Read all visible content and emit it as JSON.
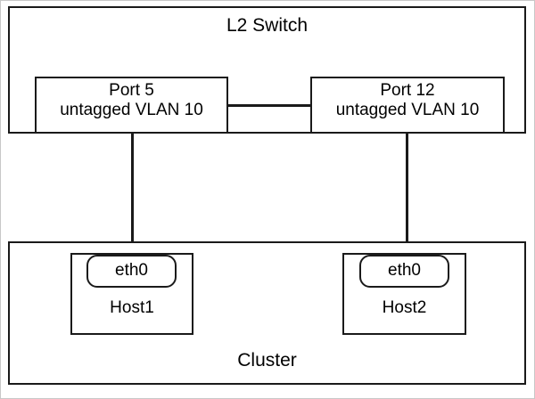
{
  "diagram": {
    "title": "L2 Switch",
    "switch": {
      "label": "L2 Switch",
      "ports": [
        {
          "name": "Port 5",
          "vlan_line": "untagged VLAN 10",
          "full_label": "Port 5\nuntagged VLAN 10"
        },
        {
          "name": "Port 12",
          "vlan_line": "untagged VLAN 10",
          "full_label": "Port 12\nuntagged VLAN 10"
        }
      ]
    },
    "cluster": {
      "label": "Cluster",
      "hosts": [
        {
          "name": "Host1",
          "interface": "eth0"
        },
        {
          "name": "Host2",
          "interface": "eth0"
        }
      ]
    },
    "links": [
      {
        "from": "Port 5",
        "to": "Host1 eth0"
      },
      {
        "from": "Port 12",
        "to": "Host2 eth0"
      },
      {
        "from": "Port 5",
        "to": "Port 12"
      }
    ]
  },
  "colors": {
    "stroke": "#1a1a1a",
    "background": "#ffffff",
    "page_border": "#c8c8c8"
  }
}
